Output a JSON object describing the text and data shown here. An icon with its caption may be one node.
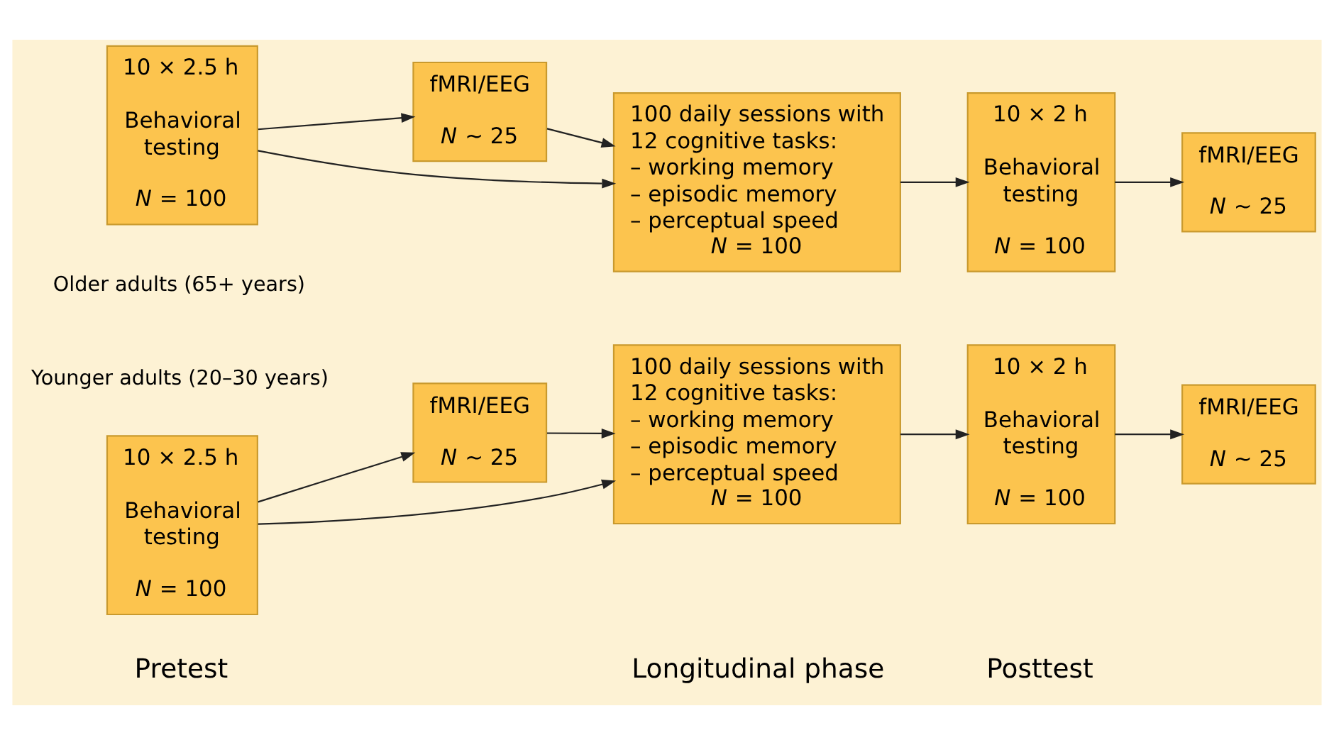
{
  "diagram": {
    "nodes": [
      {
        "text": [
          "10 × 2.5 h",
          "Behavioral testing",
          "*N* = 100"
        ]
      },
      {
        "text": [
          "fMRI/EEG",
          "*N* ~ 25"
        ]
      },
      {
        "text": [
          "100 daily sessions with 12 cognitive tasks:",
          "– working memory",
          "– episodic memory",
          "– perceptual speed",
          "*N* = 100"
        ]
      },
      {
        "text": [
          "10 × 2 h",
          "Behavioral testing",
          "*N* = 100"
        ]
      },
      {
        "text": [
          "fMRI/EEG",
          "*N* ~ 25"
        ]
      },
      {
        "text": [
          "10 × 2.5 h",
          "Behavioral testing",
          "*N* = 100"
        ]
      },
      {
        "text": [
          "fMRI/EEG",
          "*N* ~ 25"
        ]
      },
      {
        "text": [
          "100 daily sessions with 12 cognitive tasks:",
          "– working memory",
          "– episodic memory",
          "– perceptual speed",
          "*N* = 100"
        ]
      },
      {
        "text": [
          "10 × 2 h",
          "Behavioral testing",
          "*N* = 100"
        ]
      },
      {
        "text": [
          "fMRI/EEG",
          "*N* ~ 25"
        ]
      }
    ],
    "edges": [
      {
        "from": 0,
        "to": 1,
        "arrow": "to"
      },
      {
        "from": 1,
        "to": 2,
        "arrow": "to"
      },
      {
        "from": 0,
        "to": 2,
        "arrow": "to"
      },
      {
        "from": 2,
        "to": 3,
        "arrow": "to"
      },
      {
        "from": 3,
        "to": 4,
        "arrow": "to"
      },
      {
        "from": 5,
        "to": 6,
        "arrow": "to"
      },
      {
        "from": 6,
        "to": 7,
        "arrow": "to"
      },
      {
        "from": 5,
        "to": 7,
        "arrow": "to"
      },
      {
        "from": 7,
        "to": 8,
        "arrow": "to"
      },
      {
        "from": 8,
        "to": 9,
        "arrow": "to"
      }
    ],
    "labels": [
      "Pretest",
      "Longitudinal phase",
      "Posttest",
      "Younger adults (20–30 years)",
      "Older adults (65+ years)"
    ]
  }
}
